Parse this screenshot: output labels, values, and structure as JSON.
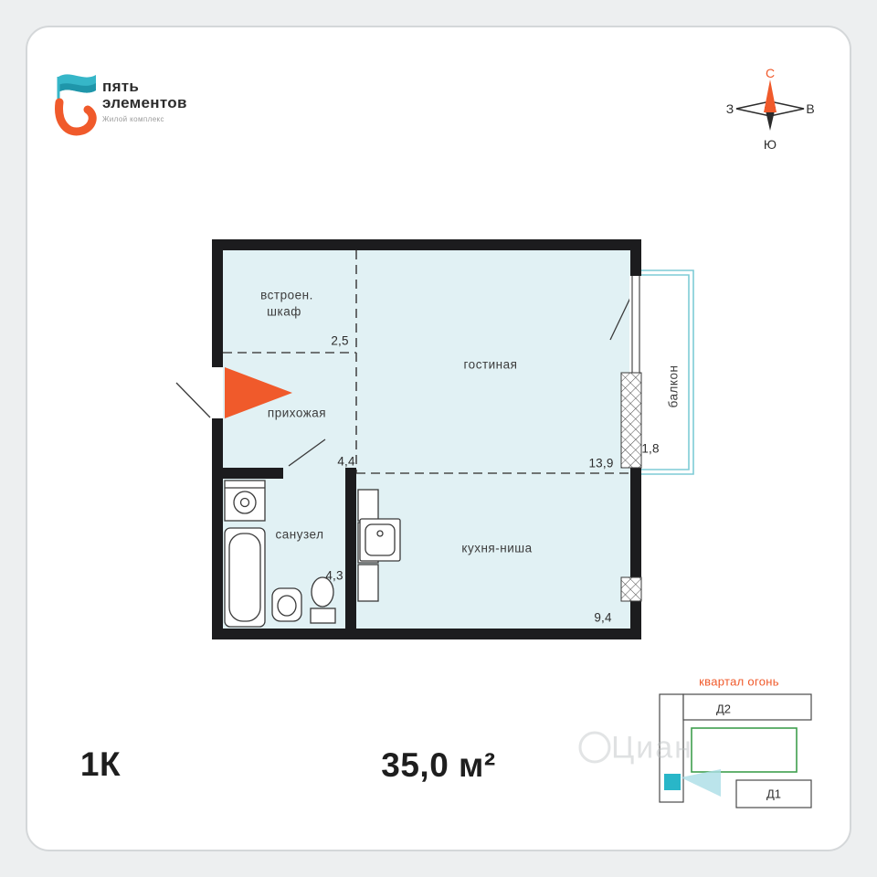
{
  "logo": {
    "line1": "пять",
    "line2": "элементов",
    "subtitle": "Жилой комплекс"
  },
  "compass": {
    "north": "С",
    "west": "З",
    "east": "В",
    "south": "Ю"
  },
  "floorplan": {
    "rooms": {
      "closet": {
        "name_line1": "встроен.",
        "name_line2": "шкаф",
        "area": "2,5"
      },
      "hall": {
        "name": "прихожая",
        "area": "4,4"
      },
      "living": {
        "name": "гостиная",
        "area": "13,9"
      },
      "bath": {
        "name": "санузел",
        "area": "4,3"
      },
      "kitchen": {
        "name": "кухня-ниша",
        "area": "9,4"
      },
      "balcony": {
        "name": "балкон",
        "area": "1,8"
      }
    },
    "colors": {
      "room_fill": "#e1f1f4",
      "wall": "#1c1c1e",
      "accent_orange": "#f05a2b",
      "balcony_line": "#7fccd6",
      "logo_teal": "#36b6c8"
    }
  },
  "summary": {
    "rooms": "1К",
    "total_area": "35,0 м²"
  },
  "siteplan": {
    "title": "квартал огонь",
    "buildings": {
      "top": "Д2",
      "bottom": "Д1"
    },
    "marker_color": "#29b6c8",
    "courtyard_color": "#3f9e4e",
    "watermark": "Циан"
  }
}
